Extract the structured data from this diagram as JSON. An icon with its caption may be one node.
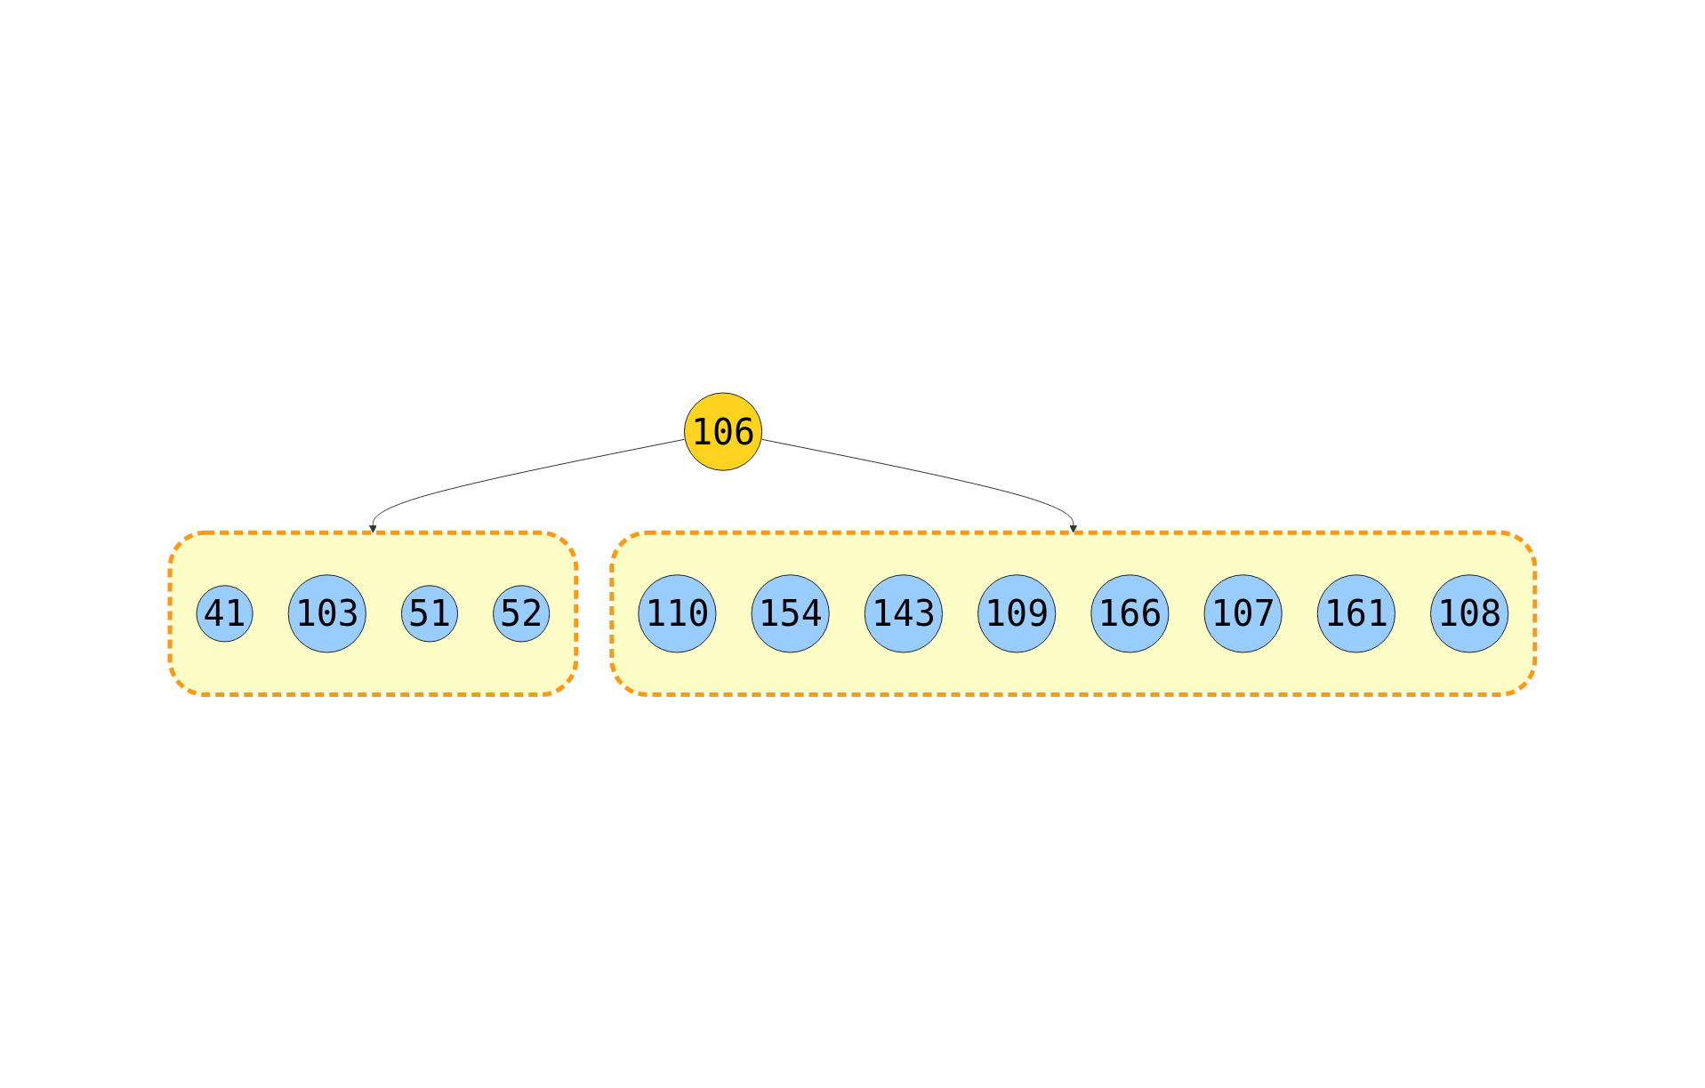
{
  "diagram": {
    "nodes": [
      {
        "text": [
          "106"
        ]
      },
      {
        "text": [],
        "shape": "box"
      },
      {
        "text": [
          "41"
        ],
        "in": 1
      },
      {
        "text": [
          "103"
        ],
        "in": 1
      },
      {
        "text": [
          "51"
        ],
        "in": 1
      },
      {
        "text": [
          "52"
        ],
        "in": 1
      },
      {
        "text": [],
        "shape": "box"
      },
      {
        "text": [
          "110"
        ],
        "in": 6
      },
      {
        "text": [
          "154"
        ],
        "in": 6
      },
      {
        "text": [
          "143"
        ],
        "in": 6
      },
      {
        "text": [
          "109"
        ],
        "in": 6
      },
      {
        "text": [
          "166"
        ],
        "in": 6
      },
      {
        "text": [
          "107"
        ],
        "in": 6
      },
      {
        "text": [
          "161"
        ],
        "in": 6
      },
      {
        "text": [
          "108"
        ],
        "in": 6
      }
    ],
    "edges": [
      {
        "from": 0,
        "to": 1,
        "arrow": "to"
      },
      {
        "from": 0,
        "to": 6,
        "arrow": "to"
      }
    ]
  }
}
